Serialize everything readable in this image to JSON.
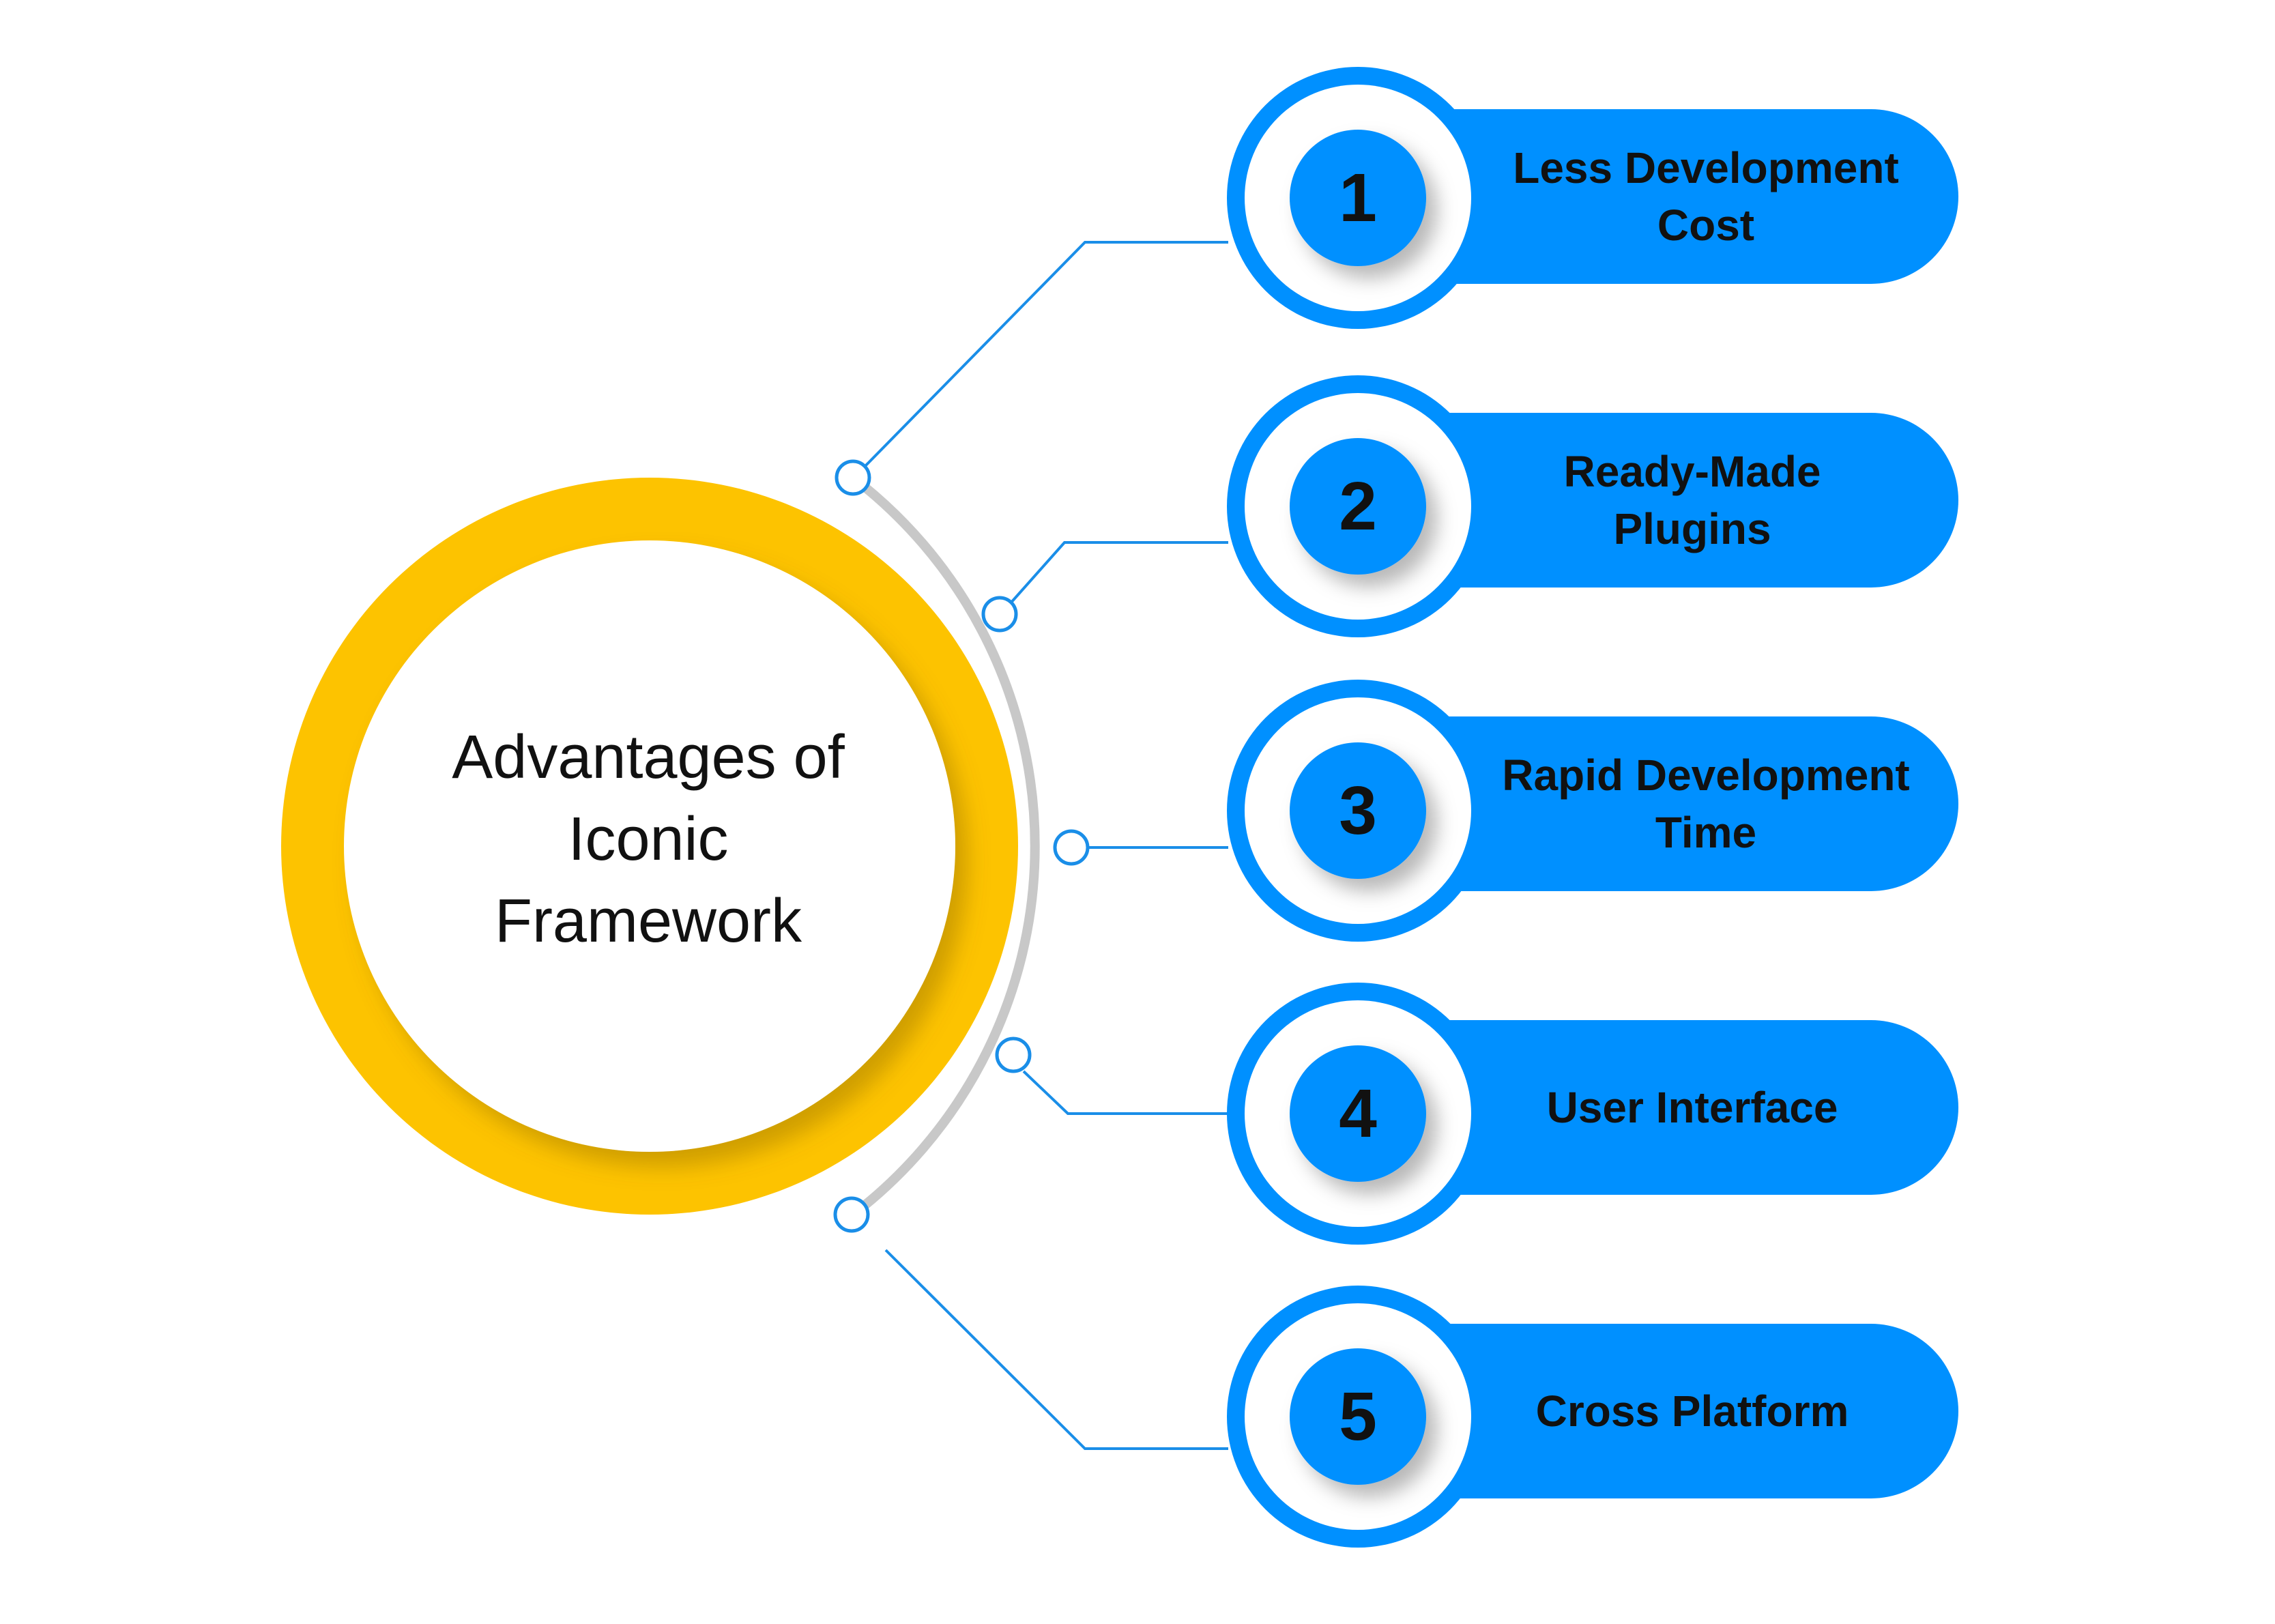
{
  "center": {
    "title_lines": [
      "Advantages of",
      "Iconic",
      "Framework"
    ]
  },
  "items": [
    {
      "number": "1",
      "label_lines": [
        "Less Development",
        "Cost"
      ]
    },
    {
      "number": "2",
      "label_lines": [
        "Ready-Made",
        "Plugins"
      ]
    },
    {
      "number": "3",
      "label_lines": [
        "Rapid Development",
        "Time"
      ]
    },
    {
      "number": "4",
      "label_lines": [
        "User Interface"
      ]
    },
    {
      "number": "5",
      "label_lines": [
        "Cross Platform"
      ]
    }
  ],
  "colors": {
    "primary_blue": "#0090ff",
    "connector_blue": "#1a8ee8",
    "ring_yellow": "#fdc300",
    "arc_gray": "#c8c8c8",
    "text_dark": "#111111",
    "background": "#ffffff"
  }
}
